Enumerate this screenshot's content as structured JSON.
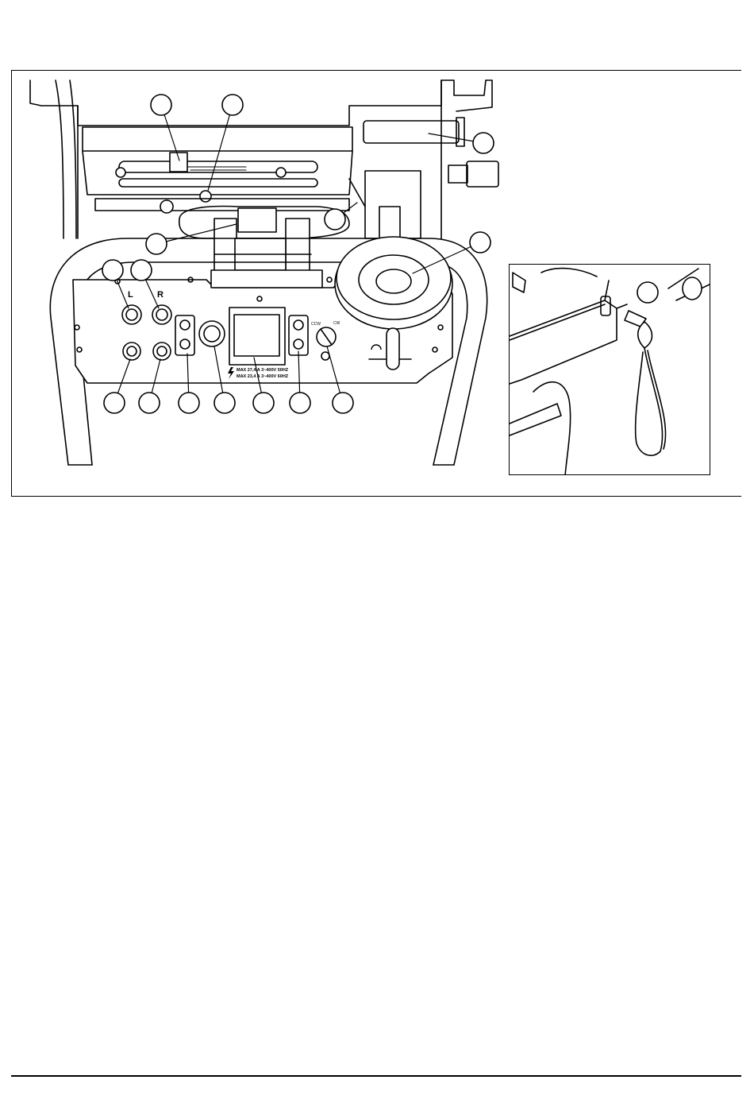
{
  "figure": {
    "callouts": [
      "",
      "",
      "",
      "",
      "",
      "",
      "",
      "",
      "",
      "",
      "",
      "",
      "",
      "",
      "",
      "",
      ""
    ],
    "panel_labels": {
      "left": "L",
      "right": "R",
      "ccw": "CCW",
      "cw": "CW",
      "rating_line_1": "MAX 27,4 A 3~400V 50HZ",
      "rating_line_2": "MAX 23,4 A 3~400V 60HZ"
    }
  },
  "colors": {
    "line": "#000000",
    "fill": "#ffffff",
    "shade": "#e6e6e6"
  },
  "icons": [
    "connector-icon",
    "switch-icon",
    "warning-bolt-icon",
    "cw-arrow-icon"
  ]
}
